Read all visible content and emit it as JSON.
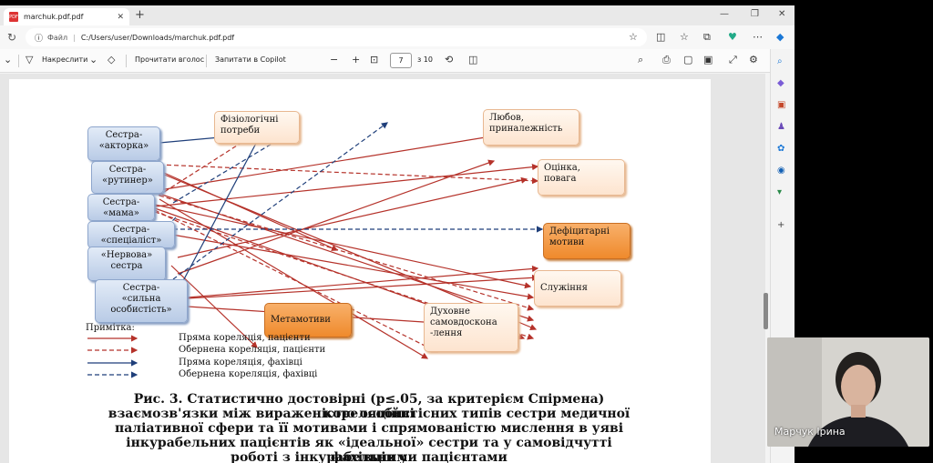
{
  "browser": {
    "tab_title": "marchuk.pdf.pdf",
    "address_label": "Файл",
    "address_url": "C:/Users/user/Downloads/marchuk.pdf.pdf"
  },
  "pdf_toolbar": {
    "draw_label": "Накреслити",
    "read_aloud_label": "Прочитати вголос",
    "ask_copilot_label": "Запитати в Copilot",
    "page_current": "7",
    "page_total": "з 10"
  },
  "diagram": {
    "left_boxes": [
      "Сестра-\n«акторка»",
      "Сестра-\n«рутинер»",
      "Сестра-\n«мама»",
      "Сестра-\n«спеціаліст»",
      "«Нервова»\nсестра",
      "Сестра-\n«сильна\nособистість»"
    ],
    "right_boxes": {
      "physiological": "Фізіологічні\nпотреби",
      "love": "Любов,\nприналежність",
      "esteem": "Оцінка,\nповага",
      "deficit": "Дефіцитарні\nмотиви",
      "service": "Служіння",
      "meta": "Метамотиви",
      "spiritual": "Духовне\nсамовдоскона\n-лення"
    },
    "legend_title": "Примітка:",
    "legend": [
      "Пряма кореляція, пацієнти",
      "Обернена кореляція, пацієнти",
      "Пряма кореляція, фахівці",
      "Обернена кореляція, фахівці"
    ],
    "colors": {
      "patients": "#b5322a",
      "specialists": "#1f3f7a"
    }
  },
  "caption": [
    "Рис. 3. Статистично достовірні (р≤.05, за критерієм Спірмена) кореляційні",
    "взаємозв'язки між вираженістю особистісних типів сестри медичної",
    "паліативної сфери та її мотивами і спрямованістю мислення в уяві",
    "інкурабельних  пацієнтів як «ідеальної» сестри та у самовідчутті фахівців у",
    "роботі з інкурабельними пацієнтами"
  ],
  "webcam": {
    "participant_name": "Марчук Ірина"
  }
}
